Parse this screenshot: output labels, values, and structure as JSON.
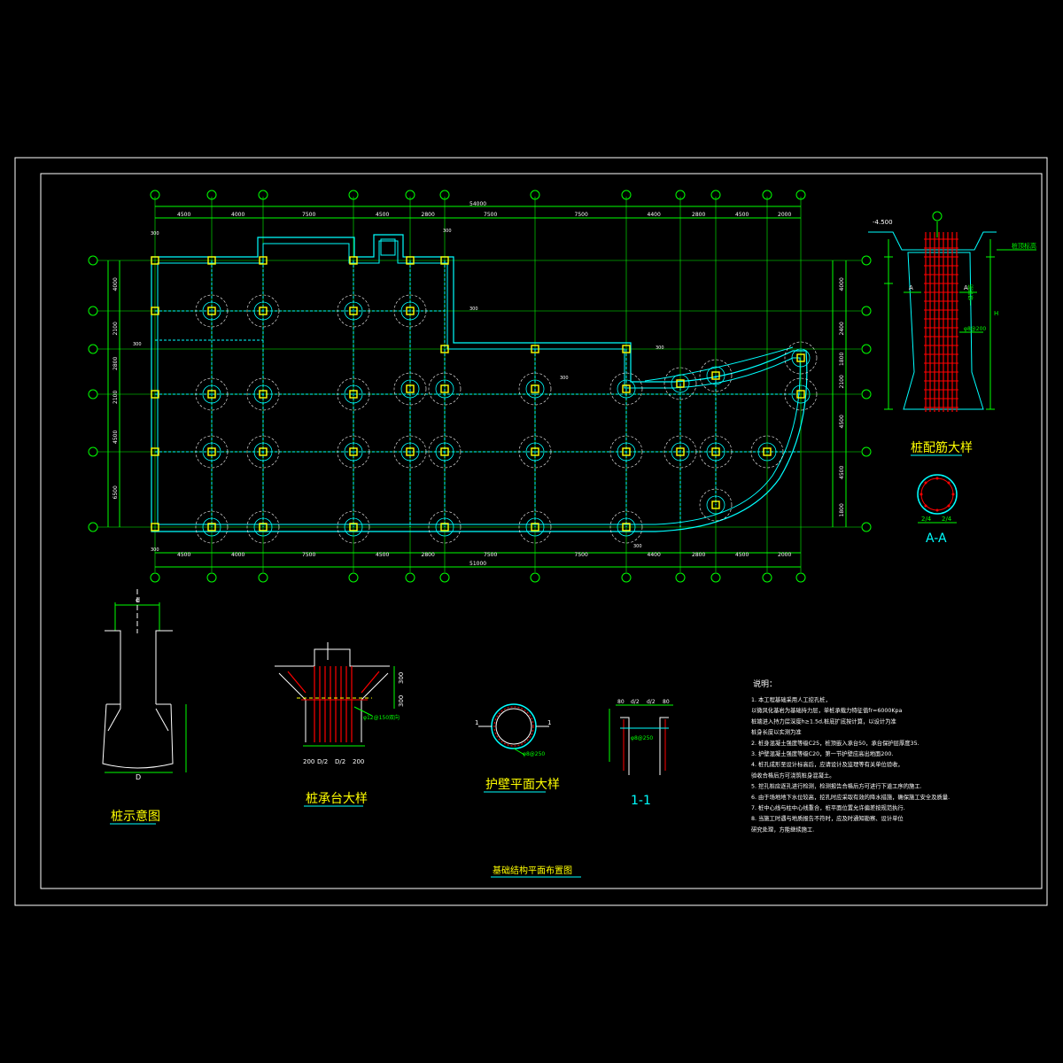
{
  "colors": {
    "background": "#000000",
    "frame": "#ffffff",
    "axis": "#00ff00",
    "wall": "#00ffff",
    "beam": "#8080ff",
    "column": "#ffff00",
    "rebar": "#ff0000",
    "text_yellow": "#ffff00",
    "text_green": "#00ff00",
    "text_white": "#ffffff"
  },
  "plan": {
    "drawing_title": "基础结构平面布置图",
    "dims_top": [
      "4500",
      "4000",
      "7500",
      "4500",
      "2800",
      "7500",
      "7500",
      "4400",
      "2800",
      "4500",
      "2000"
    ],
    "dims_bottom": [
      "4500",
      "4000",
      "7500",
      "4500",
      "2800",
      "7500",
      "7500",
      "4400",
      "2800",
      "4500",
      "2000"
    ],
    "total_top": "54000",
    "total_bottom": "51000",
    "dims_left": [
      "4000",
      "2100",
      "2800",
      "2100",
      "4500",
      "6500"
    ],
    "dims_right": [
      "4000",
      "2400",
      "1800",
      "2100",
      "4500",
      "4500",
      "1800"
    ],
    "side_tags": [
      "300",
      "300",
      "300",
      "300",
      "300",
      "300",
      "300",
      "300"
    ]
  },
  "details": {
    "pile_rebar_title": "桩配筋大样",
    "section_aa_title": "A-A",
    "section_aa_left": "2/4",
    "section_aa_right": "2/4",
    "pile_rebar_top_tag": "-4.500",
    "pile_rebar_tag_2": "φ8@200",
    "pile_rebar_tag_3": "一级钢筋",
    "pile_rebar_tag_4": "桩顶标高",
    "pile_rebar_cut": "A",
    "pile_rebar_side": "H",
    "pile_schematic_title": "桩示意图",
    "pile_schematic_d": "d",
    "pile_schematic_D": "D",
    "pile_cap_title": "桩承台大样",
    "pile_cap_dims": [
      "200",
      "D/2",
      "D/2",
      "200"
    ],
    "pile_cap_right_dims": [
      "300",
      "300"
    ],
    "pile_cap_tag": "φ12@150双向",
    "retaining_title": "护壁平面大样",
    "retaining_tag": "φ8@250",
    "section11_title": "1-1",
    "section11_dims": [
      "80",
      "d/2",
      "d/2",
      "80"
    ],
    "section11_tag": "φ8@250"
  },
  "notes": {
    "heading": "说明：",
    "lines": [
      "1.  本工程基础采用人工挖孔桩，",
      "     以微风化基岩为基础持力层，单桩承载力特征值fr=6000Kpa",
      "     桩端进入持力层深度h≥1.5d,桩底扩底按计算，以设计为准",
      "     桩身长度以实测为准",
      "2.  桩身混凝土强度等级C25，桩顶嵌入承台50，承台保护层厚度35.",
      "3.  护壁混凝土强度等级C20，第一节护壁应高出地面200.",
      "4.  桩孔成形至设计标高后，应请设计及监理等有关单位验收，",
      "     验收合格后方可浇筑桩身混凝土。",
      "5.  挖孔桩应逐孔进行检测，检测报告合格后方可进行下道工序的施工.",
      "6.  由于场地地下水位较高，挖孔时应采取有效的降水措施，确保施工安全及质量.",
      "7.  桩中心线与柱中心线重合，桩平面位置允许偏差按规范执行.",
      "8.  当施工时遇与地质报告不符时，应及时通知勘察、设计单位",
      "     研究处理，方能继续施工."
    ]
  }
}
